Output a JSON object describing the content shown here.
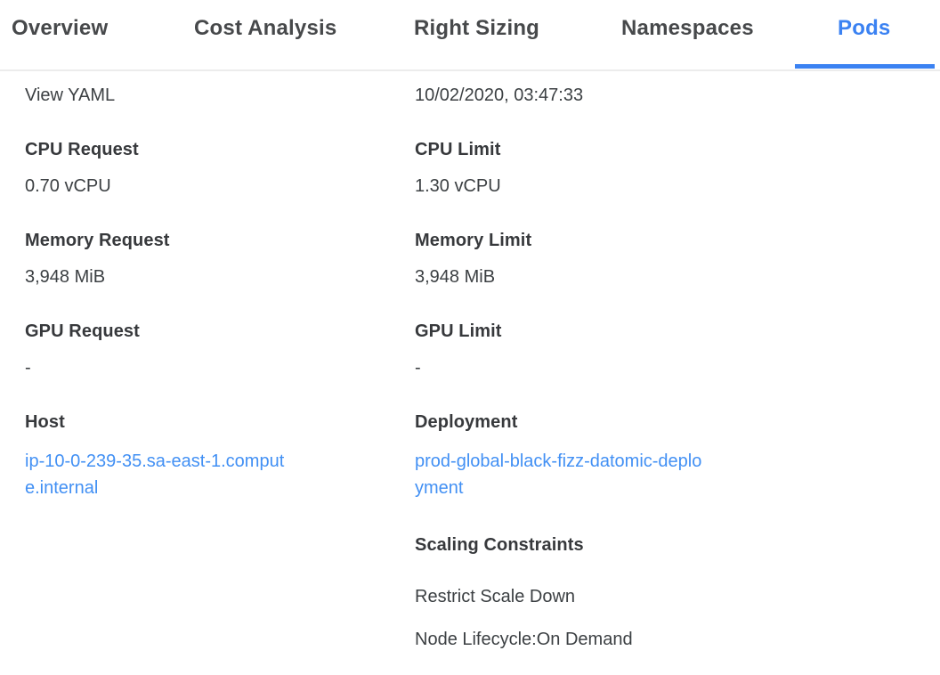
{
  "tabs": [
    {
      "label": "Overview",
      "active": false
    },
    {
      "label": "Cost Analysis",
      "active": false
    },
    {
      "label": "Right Sizing",
      "active": false
    },
    {
      "label": "Namespaces",
      "active": false
    },
    {
      "label": "Pods",
      "active": true
    }
  ],
  "header": {
    "view_yaml_label": "View YAML",
    "last_updated": "10/02/2020, 03:47:33"
  },
  "fields": {
    "cpu_request": {
      "label": "CPU Request",
      "value": "0.70 vCPU"
    },
    "cpu_limit": {
      "label": "CPU Limit",
      "value": "1.30 vCPU"
    },
    "memory_request": {
      "label": "Memory Request",
      "value": "3,948 MiB"
    },
    "memory_limit": {
      "label": "Memory Limit",
      "value": "3,948 MiB"
    },
    "gpu_request": {
      "label": "GPU Request",
      "value": "-"
    },
    "gpu_limit": {
      "label": "GPU Limit",
      "value": "-"
    },
    "host": {
      "label": "Host",
      "value": "ip-10-0-239-35.sa-east-1.compute.internal"
    },
    "deployment": {
      "label": "Deployment",
      "value": "prod-global-black-fizz-datomic-deployment"
    },
    "scaling_constraints": {
      "label": "Scaling Constraints",
      "items": [
        "Restrict Scale Down",
        "Node Lifecycle:On Demand"
      ]
    }
  },
  "colors": {
    "accent_blue": "#3b82f2",
    "link_blue": "#4290f4",
    "label_text": "#37393c",
    "value_text": "#3c4043",
    "inactive_tab_text": "#47494b",
    "divider": "#ececec"
  }
}
